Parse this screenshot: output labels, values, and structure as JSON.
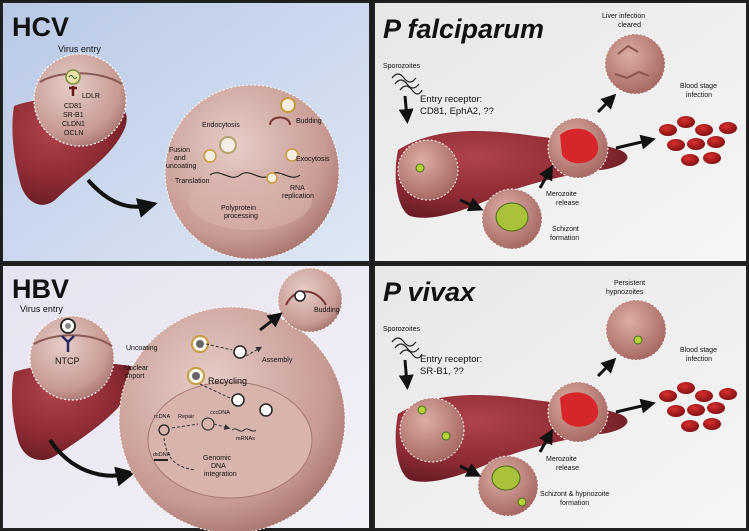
{
  "panels": {
    "hcv": {
      "title": "HCV",
      "virus_entry": "Virus entry",
      "receptor": "LDLR",
      "receptors": [
        "CD81",
        "SR-B1",
        "CLDN1",
        "OCLN"
      ],
      "steps": {
        "endocytosis": "Endocytosis",
        "budding": "Budding",
        "fusion": [
          "Fusion",
          "and",
          "uncoating"
        ],
        "exocytosis": "Exocytosis",
        "translation": "Translation",
        "rna_replication": [
          "RNA",
          "replication"
        ],
        "polyprotein": [
          "Polyprotein",
          "processing"
        ]
      }
    },
    "pf": {
      "title": "P falciparum",
      "sporozoites": "Sporozoites",
      "entry_receptor": [
        "Entry receptor:",
        "CD81, EphA2, ??"
      ],
      "liver_cleared": [
        "Liver infection",
        "cleared"
      ],
      "blood_stage": [
        "Blood stage",
        "infection"
      ],
      "merozoite": [
        "Merozoite",
        "release"
      ],
      "schizont": [
        "Schizont",
        "formation"
      ]
    },
    "hbv": {
      "title": "HBV",
      "virus_entry": "Virus entry",
      "receptor": "NTCP",
      "steps": {
        "budding": "Budding",
        "uncoating": "Uncoating",
        "assembly": "Assembly",
        "recycling": "Recycling",
        "nuclear_import": [
          "Nuclear",
          "import"
        ],
        "rcdna": "rcDNA",
        "repair": "Repair",
        "cccdna": "cccDNA",
        "rnas": "mRNAs",
        "dsdna": "dsDNA",
        "genomic": [
          "Genomic",
          "DNA",
          "integration"
        ]
      }
    },
    "pv": {
      "title": "P vivax",
      "sporozoites": "Sporozoites",
      "entry_receptor": [
        "Entry receptor:",
        "SR-B1, ??"
      ],
      "persistent": [
        "Persistent",
        "hypnozoites"
      ],
      "blood_stage": [
        "Blood stage",
        "infection"
      ],
      "merozoite": [
        "Merozoite",
        "release"
      ],
      "schizont": [
        "Schizont & hypnozoite",
        "formation"
      ]
    }
  }
}
